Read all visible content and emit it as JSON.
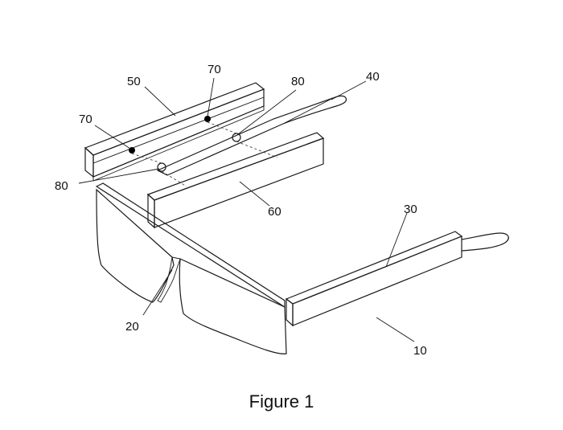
{
  "figure": {
    "caption": "Figure 1",
    "labels": {
      "frame": "10",
      "bridge": "20",
      "temple_right": "30",
      "temple_left": "40",
      "attachment_bar": "50",
      "battery_bar": "60",
      "contact_top": "70",
      "contact_left": "70",
      "connector_top": "80",
      "connector_left": "80"
    }
  }
}
